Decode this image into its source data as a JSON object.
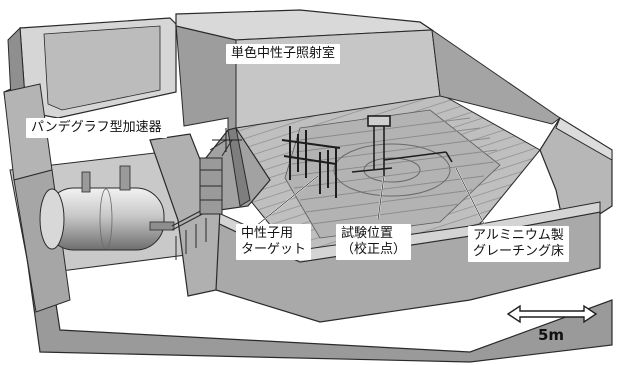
{
  "labels": {
    "room": "単色中性子照射室",
    "accelerator": "パンデグラフ型加速器",
    "target_line1": "中性子用",
    "target_line2": "ターゲット",
    "position_line1": "試験位置",
    "position_line2": "（校正点）",
    "floor_line1": "アルミニウム製",
    "floor_line2": "グレーチング床"
  },
  "scale_bar": {
    "label": "5m"
  },
  "colors": {
    "wall_top": "#d9d9d9",
    "wall_face": "#a8a8a8",
    "wall_dark": "#7a7a7a",
    "floor": "#bdbdbd",
    "outline": "#2a2a2a"
  }
}
